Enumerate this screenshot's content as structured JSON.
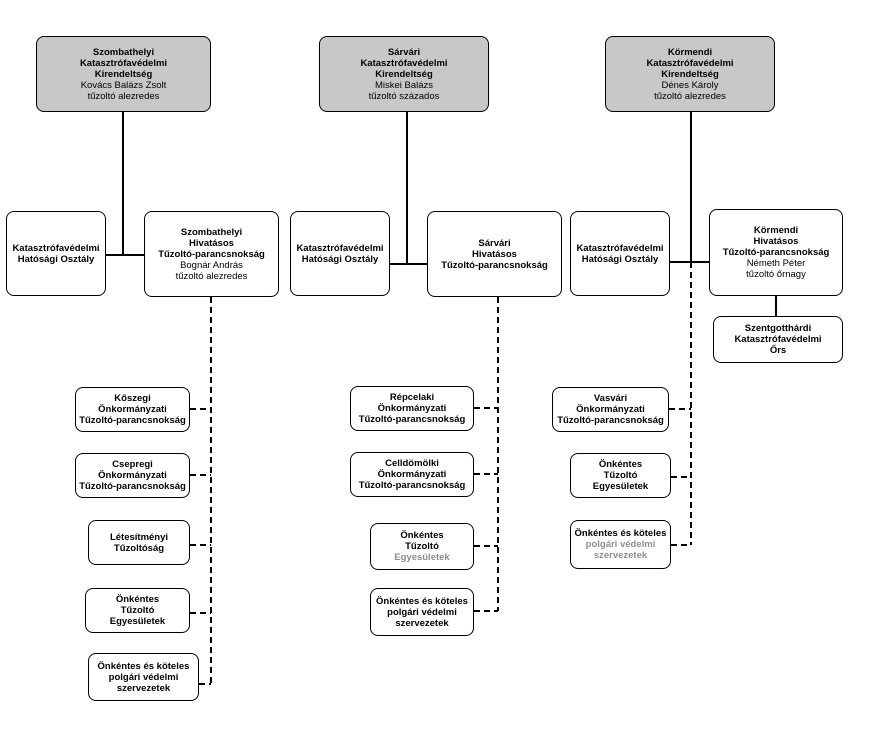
{
  "colors": {
    "head_fill": "#c8c8c8",
    "box_fill": "#ffffff",
    "line": "#000000"
  },
  "columns": [
    {
      "head": {
        "lines": [
          "Szombathelyi",
          "Katasztrófavédelmi",
          "Kirendeltség"
        ],
        "person": "Kovács Balázs Zsolt",
        "rank": "tűzoltó alezredes"
      },
      "authority": {
        "lines": [
          "Katasztrófavédelmi",
          "Hatósági Osztály"
        ]
      },
      "command": {
        "lines": [
          "Szombathelyi",
          "Hivatásos",
          "Tűzoltó-parancsnokság"
        ],
        "person": "Bognár András",
        "rank": "tűzoltó alezredes"
      },
      "units": [
        {
          "lines": [
            "Kőszegi",
            "Önkormányzati",
            "Tűzoltó-parancsnokság"
          ]
        },
        {
          "lines": [
            "Csepregi",
            "Önkormányzati",
            "Tűzoltó-parancsnokság"
          ]
        },
        {
          "lines": [
            "Létesítményi",
            "Tűzoltóság"
          ]
        },
        {
          "lines": [
            "Önkéntes",
            "Tűzoltó",
            "Egyesületek"
          ]
        },
        {
          "lines": [
            "Önkéntes és köteles",
            "polgári védelmi",
            "szervezetek"
          ]
        }
      ]
    },
    {
      "head": {
        "lines": [
          "Sárvári",
          "Katasztrófavédelmi",
          "Kirendeltség"
        ],
        "person": "Miskei Balázs",
        "rank": "tűzoltó százados"
      },
      "authority": {
        "lines": [
          "Katasztrófavédelmi",
          "Hatósági Osztály"
        ]
      },
      "command": {
        "lines": [
          "Sárvári",
          "Hivatásos",
          "Tűzoltó-parancsnokság"
        ]
      },
      "units": [
        {
          "lines": [
            "Répcelaki",
            "Önkormányzati",
            "Tűzoltó-parancsnokság"
          ]
        },
        {
          "lines": [
            "Celldömölki",
            "Önkormányzati",
            "Tűzoltó-parancsnokság"
          ]
        },
        {
          "lines": [
            "Önkéntes",
            "Tűzoltó",
            "Egyesületek"
          ]
        },
        {
          "lines": [
            "Önkéntes és köteles",
            "polgári védelmi",
            "szervezetek"
          ]
        }
      ]
    },
    {
      "head": {
        "lines": [
          "Körmendi",
          "Katasztrófavédelmi",
          "Kirendeltség"
        ],
        "person": "Dénes Károly",
        "rank": "tűzoltó alezredes"
      },
      "authority": {
        "lines": [
          "Katasztrófavédelmi",
          "Hatósági Osztály"
        ]
      },
      "command": {
        "lines": [
          "Körmendi",
          "Hivatásos",
          "Tűzoltó-parancsnokság"
        ],
        "person": "Németh Péter",
        "rank": "tűzoltó őrnagy"
      },
      "sub_command": {
        "lines": [
          "Szentgotthárdi",
          "Katasztrófavédelmi",
          "Őrs"
        ]
      },
      "units": [
        {
          "lines": [
            "Vasvári",
            "Önkormányzati",
            "Tűzoltó-parancsnokság"
          ]
        },
        {
          "lines": [
            "Önkéntes",
            "Tűzoltó",
            "Egyesületek"
          ]
        },
        {
          "lines": [
            "Önkéntes és köteles",
            "polgári védelmi",
            "szervezetek"
          ]
        }
      ]
    }
  ]
}
